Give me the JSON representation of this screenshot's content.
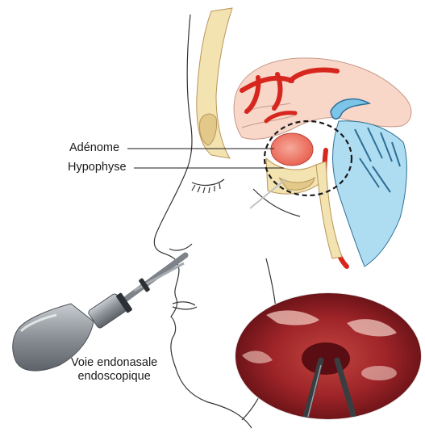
{
  "labels": {
    "adenome": "Adénome",
    "hypophyse": "Hypophyse",
    "voie_line1": "Voie endonasale",
    "voie_line2": "endoscopique"
  },
  "colors": {
    "skin_line": "#333333",
    "bone": "#f3e3b0",
    "bone_dark": "#e2c98a",
    "artery": "#d7261e",
    "brain": "#f8d6c8",
    "adenoma": "#ef7d6c",
    "csf_blue": "#7cc4e8",
    "endoscope": "#8c9196",
    "photo_tissue": "#a8282c"
  }
}
